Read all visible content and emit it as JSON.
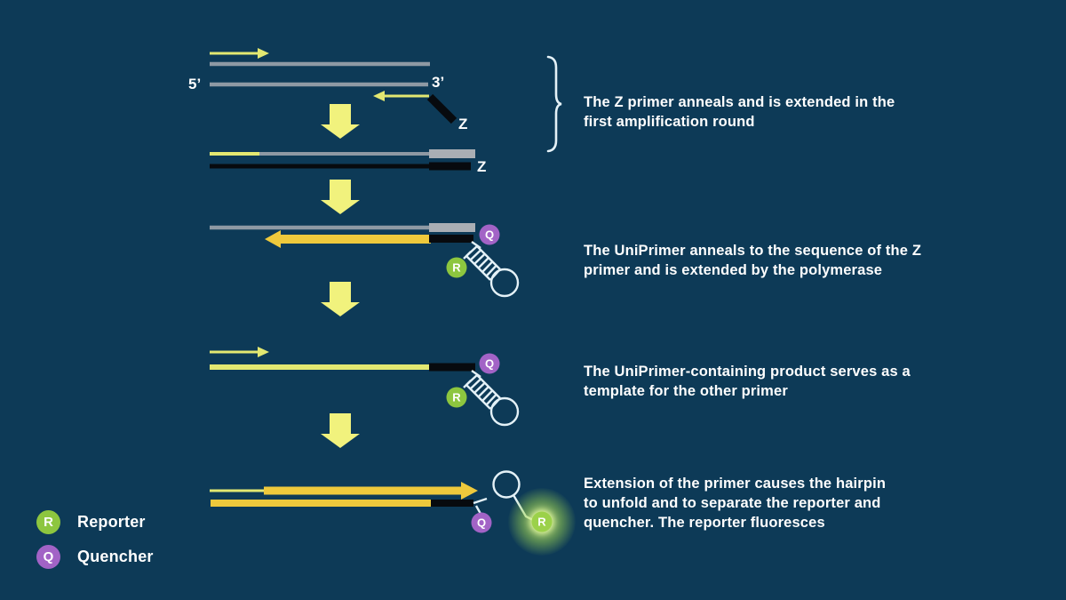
{
  "colors": {
    "background": "#0d3a57",
    "strand_gray": "#8e99a4",
    "strand_gray_thick": "#a9aeb4",
    "primer_yellow": "#e3e871",
    "uniprimer_gold": "#eec93c",
    "process_arrow_yellow": "#f1f27d",
    "z_tail_black": "#070a0e",
    "reporter_green": "#8dc63f",
    "quencher_purple": "#a263c6",
    "hairpin_white": "#e4f1f7",
    "text_white": "#ffffff"
  },
  "strand_labels": {
    "five_prime": "5’",
    "three_prime": "3’",
    "z_primer": "Z",
    "z_strand": "Z"
  },
  "badges": {
    "reporter": "R",
    "quencher": "Q"
  },
  "annotations": [
    {
      "lines": [
        "The Z primer anneals and is extended in the",
        "first amplification round"
      ]
    },
    {
      "lines": [
        "The UniPrimer anneals to the sequence of the Z",
        "primer and is extended by the polymerase"
      ]
    },
    {
      "lines": [
        "The UniPrimer-containing product serves as a",
        "template for the other primer"
      ]
    },
    {
      "lines": [
        "Extension of the primer causes the hairpin",
        "to unfold and to separate the reporter and",
        "quencher. The reporter fluoresces"
      ]
    }
  ],
  "legend": {
    "items": [
      {
        "symbol": "R",
        "label": "Reporter"
      },
      {
        "symbol": "Q",
        "label": "Quencher"
      }
    ]
  }
}
